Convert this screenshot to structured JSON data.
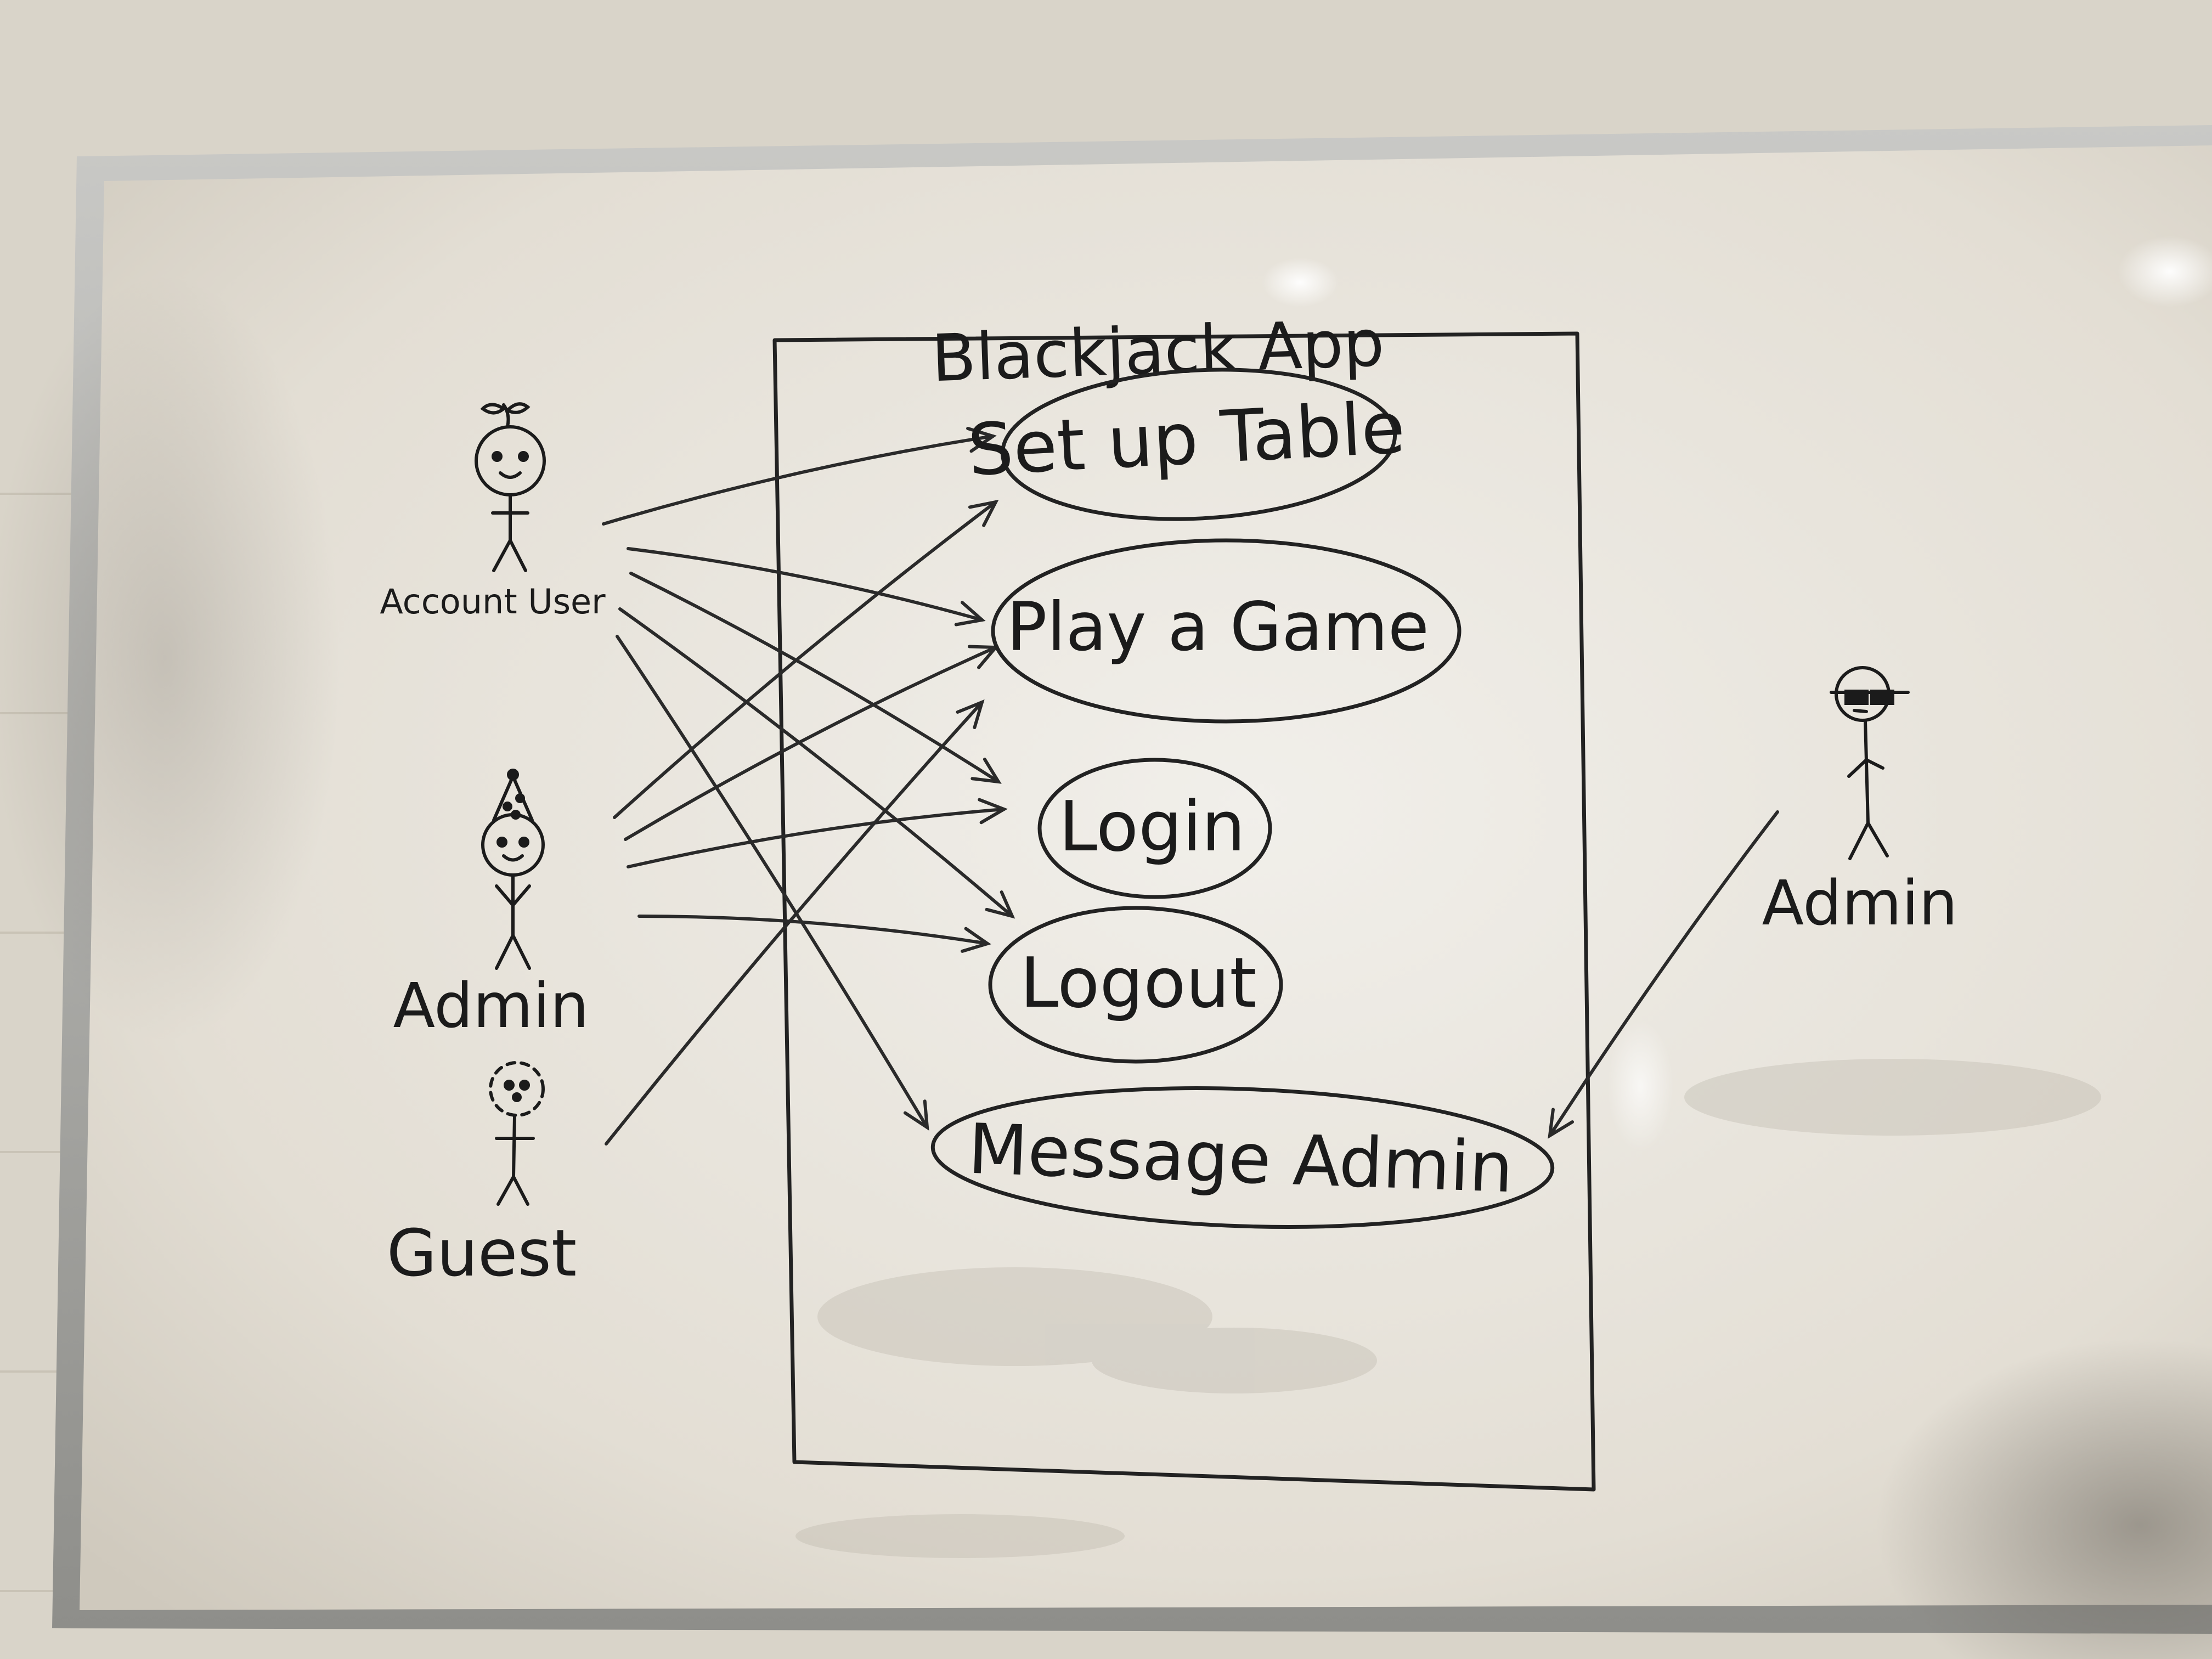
{
  "diagram": {
    "system_title": "Blackjack App",
    "use_cases": [
      {
        "id": "setup",
        "label": "Set up Table"
      },
      {
        "id": "play",
        "label": "Play a Game"
      },
      {
        "id": "login",
        "label": "Login"
      },
      {
        "id": "logout",
        "label": "Logout"
      },
      {
        "id": "message",
        "label": "Message Admin"
      }
    ],
    "actors": [
      {
        "id": "account_user",
        "label": "Account User",
        "icon": "smiley-stick-figure-icon"
      },
      {
        "id": "admin_left",
        "label": "Admin",
        "icon": "party-hat-stick-figure-icon"
      },
      {
        "id": "guest",
        "label": "Guest",
        "icon": "dotted-head-stick-figure-icon"
      },
      {
        "id": "admin_right",
        "label": "Admin",
        "icon": "sunglasses-stick-figure-icon"
      }
    ],
    "associations": [
      {
        "from": "account_user",
        "to": "setup"
      },
      {
        "from": "account_user",
        "to": "play"
      },
      {
        "from": "account_user",
        "to": "login"
      },
      {
        "from": "account_user",
        "to": "logout"
      },
      {
        "from": "account_user",
        "to": "message"
      },
      {
        "from": "admin_left",
        "to": "setup"
      },
      {
        "from": "admin_left",
        "to": "play"
      },
      {
        "from": "admin_left",
        "to": "login"
      },
      {
        "from": "admin_left",
        "to": "logout"
      },
      {
        "from": "guest",
        "to": "play"
      },
      {
        "from": "admin_right",
        "to": "message"
      }
    ]
  }
}
